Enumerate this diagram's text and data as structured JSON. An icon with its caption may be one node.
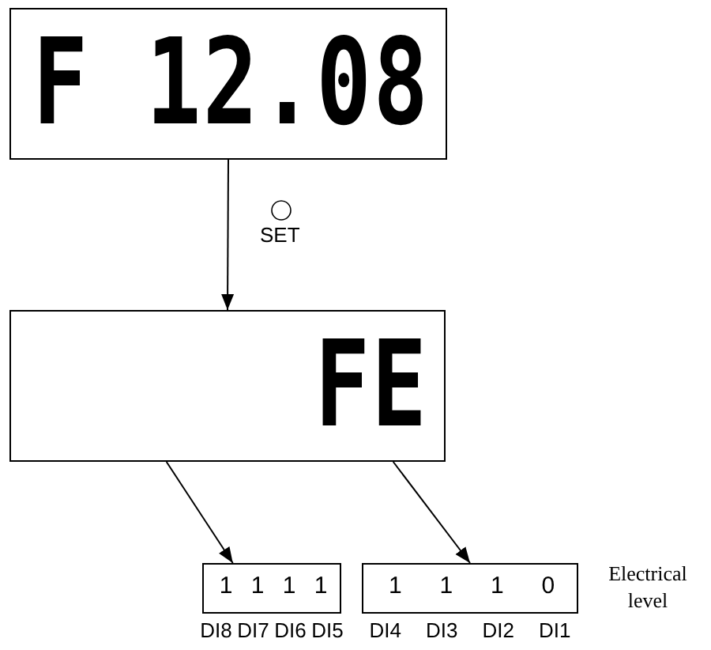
{
  "diagram": {
    "nodes": [
      {
        "text": [
          "F 12.08"
        ]
      },
      {
        "text": [
          "FE"
        ]
      },
      {
        "text": [
          "1",
          "1",
          "1",
          "1"
        ],
        "beside": [
          "DI8",
          "DI7",
          "DI6",
          "DI5"
        ]
      },
      {
        "text": [
          "1",
          "1",
          "1",
          "0"
        ],
        "beside": [
          "DI4",
          "DI3",
          "DI2",
          "DI1"
        ]
      }
    ],
    "edges": [
      {
        "from": 0,
        "to": 1,
        "arrow": "to",
        "label": "SET"
      },
      {
        "from": 1,
        "to": 2,
        "arrow": "to"
      },
      {
        "from": 1,
        "to": 3,
        "arrow": "to"
      }
    ],
    "labels": [
      "Electrical level"
    ]
  }
}
